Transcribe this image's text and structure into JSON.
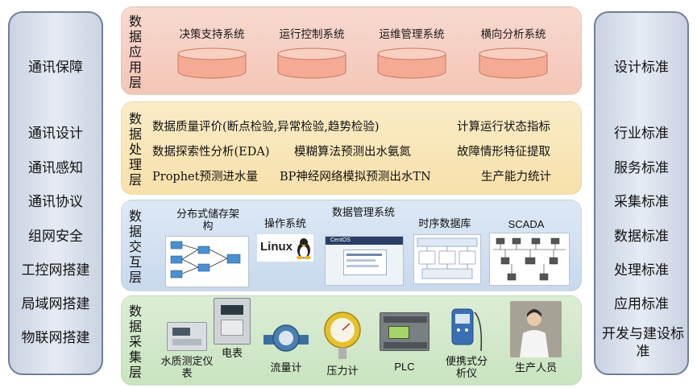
{
  "left_panel": {
    "items": [
      "通讯保障",
      "通讯设计",
      "通讯感知",
      "通讯协议",
      "组网安全",
      "工控网搭建",
      "局域网搭建",
      "物联网搭建"
    ]
  },
  "right_panel": {
    "items": [
      "设计标准",
      "行业标准",
      "服务标准",
      "采集标准",
      "数据标准",
      "处理标准",
      "应用标准",
      "开发与建设标准"
    ]
  },
  "application_layer": {
    "title": "数据应用层",
    "systems": [
      "决策支持系统",
      "运行控制系统",
      "运维管理系统",
      "横向分析系统"
    ]
  },
  "processing_layer": {
    "title": "数据处理层",
    "rows": [
      [
        "数据质量评价(断点检验,异常检验,趋势检验)",
        "计算运行状态指标"
      ],
      [
        "数据探索性分析(EDA)",
        "模糊算法预测出水氨氮",
        "故障情形特征提取"
      ],
      [
        "Prophet预测进水量",
        "BP神经网络模拟预测出水TN",
        "生产能力统计"
      ]
    ]
  },
  "interaction_layer": {
    "title": "数据交互层",
    "items": [
      "分布式储存架构",
      "操作系统",
      "数据管理系统",
      "时序数据库",
      "SCADA"
    ],
    "logo_text": "Linux",
    "screen_text": "CentOS"
  },
  "collection_layer": {
    "title": "数据采集层",
    "items": [
      "水质测定仪表",
      "电表",
      "流量计",
      "压力计",
      "PLC",
      "便携式分析仪",
      "生产人员"
    ]
  },
  "colors": {
    "application": "#f3c6b7",
    "processing": "#f7e0aa",
    "interaction": "#c8d9ee",
    "collection": "#c9e4bf",
    "side_panel": "#d6deea",
    "cylinder": "#f6b7a3"
  }
}
